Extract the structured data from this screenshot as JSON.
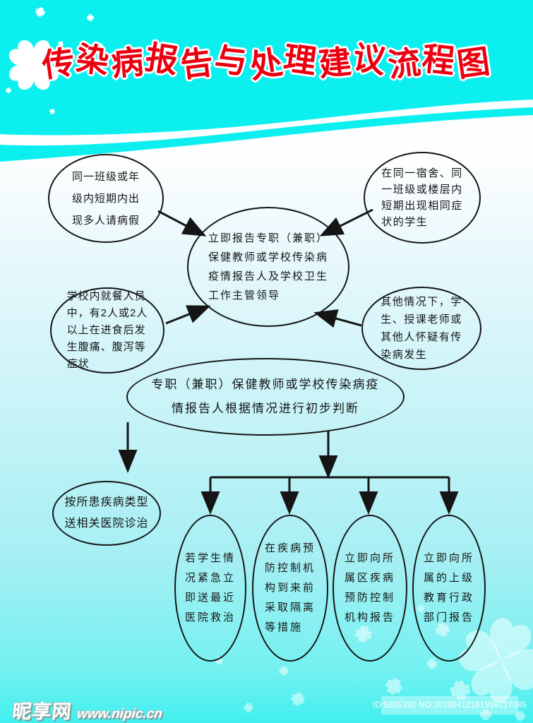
{
  "title": "传染病报告与处理建议流程图",
  "nodes": {
    "class_leave": "同一班级或年\n级内短期内出\n现多人请病假",
    "dorm_same_symptom": "在同一宿舍、同\n一班级或楼层内\n短期出现相同症\n状的学生",
    "report_center": "立即报告专职（兼职）\n保健教师或学校传染病\n疫情报告人及学校卫生\n工作主管领导",
    "canteen_symptom": "学校内就餐人员\n中，有2人或2人\n以上在进食后发\n生腹痛、腹泻等\n症状",
    "other_suspect": "其他情况下，学\n生、授课老师或\n其他人怀疑有传\n染病发生",
    "initial_judgement": "专职（兼职）保健教师或学校传染病疫\n情报告人根据情况进行初步判断",
    "send_hospital": "按所患疾病类型\n送相关医院诊治",
    "urgent_rescue": "若学生情\n况紧急立\n即送最近\n医院救治",
    "isolation_measures": "在疾病预\n防控制机\n构到来前\n采取隔离\n等措施",
    "report_cdc": "立即向所\n属区疾病\n预防控制\n机构报告",
    "report_education": "立即向所\n属的上级\n教育行政\n部门报告"
  },
  "edges": [
    {
      "from": "class_leave",
      "to": "report_center"
    },
    {
      "from": "dorm_same_symptom",
      "to": "report_center"
    },
    {
      "from": "canteen_symptom",
      "to": "report_center"
    },
    {
      "from": "other_suspect",
      "to": "report_center"
    },
    {
      "from": "initial_judgement",
      "to": "send_hospital"
    },
    {
      "from": "initial_judgement",
      "to": "urgent_rescue"
    },
    {
      "from": "initial_judgement",
      "to": "isolation_measures"
    },
    {
      "from": "initial_judgement",
      "to": "report_cdc"
    },
    {
      "from": "initial_judgement",
      "to": "report_education"
    }
  ],
  "footer": {
    "site_name": "昵享网",
    "site_url": "www.nipic.cn",
    "image_id": "ID:5885392 NO:20190412161939227085"
  },
  "colors": {
    "header_cyan": "#0cefef",
    "title_red": "#ec0010",
    "node_stroke": "#151515",
    "body_bottom_cyan": "#40efef"
  }
}
